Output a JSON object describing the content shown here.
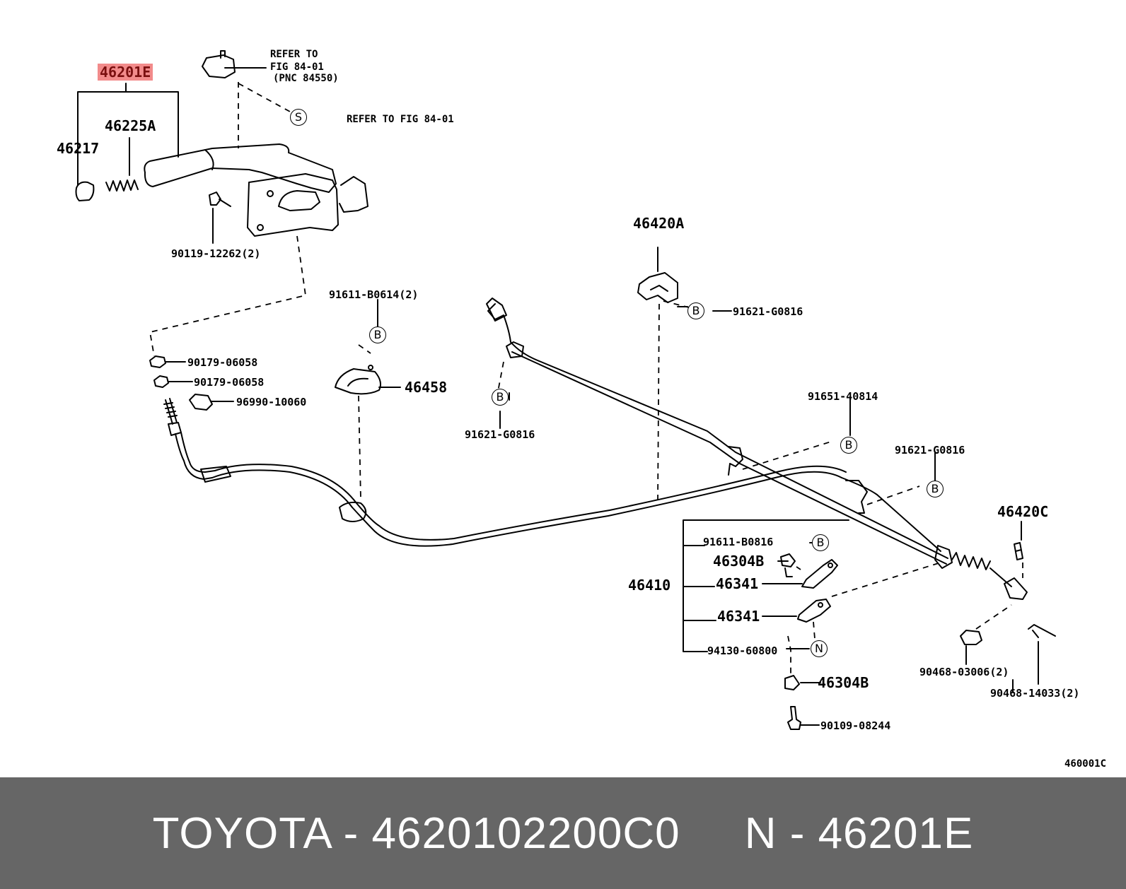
{
  "diagram": {
    "labels": {
      "part_46201E": "46201E",
      "part_46225A": "46225A",
      "part_46217": "46217",
      "refer_to": "REFER TO",
      "fig_84_01": "FIG 84-01",
      "pnc_84550": "(PNC 84550)",
      "refer_to_fig_84_01": "REFER TO FIG 84-01",
      "part_90119": "90119-12262(2)",
      "part_46420A": "46420A",
      "part_91621_top": "91621-G0816",
      "part_91611_b0614": "91611-B0614(2)",
      "part_90179_a": "90179-06058",
      "part_90179_b": "90179-06058",
      "part_96990": "96990-10060",
      "part_46458": "46458",
      "part_91621_mid": "91621-G0816",
      "part_91651": "91651-40814",
      "part_91621_right": "91621-G0816",
      "part_46420C": "46420C",
      "part_91611_b0816": "91611-B0816",
      "part_46304B_top": "46304B",
      "part_46410": "46410",
      "part_46341_a": "46341",
      "part_46341_b": "46341",
      "part_94130": "94130-60800",
      "part_46304B_bottom": "46304B",
      "part_90109": "90109-08244",
      "part_90468_03006": "90468-03006(2)",
      "part_90468_14033": "90468-14033(2)",
      "figure_code": "460001C"
    },
    "markers": {
      "s_marker": "S",
      "b_marker": "B",
      "n_marker": "N"
    },
    "highlight_color": "#f28b8b"
  },
  "footer": {
    "text": "TOYOTA - 4620102200C0     N - 46201E",
    "background": "#666666"
  }
}
